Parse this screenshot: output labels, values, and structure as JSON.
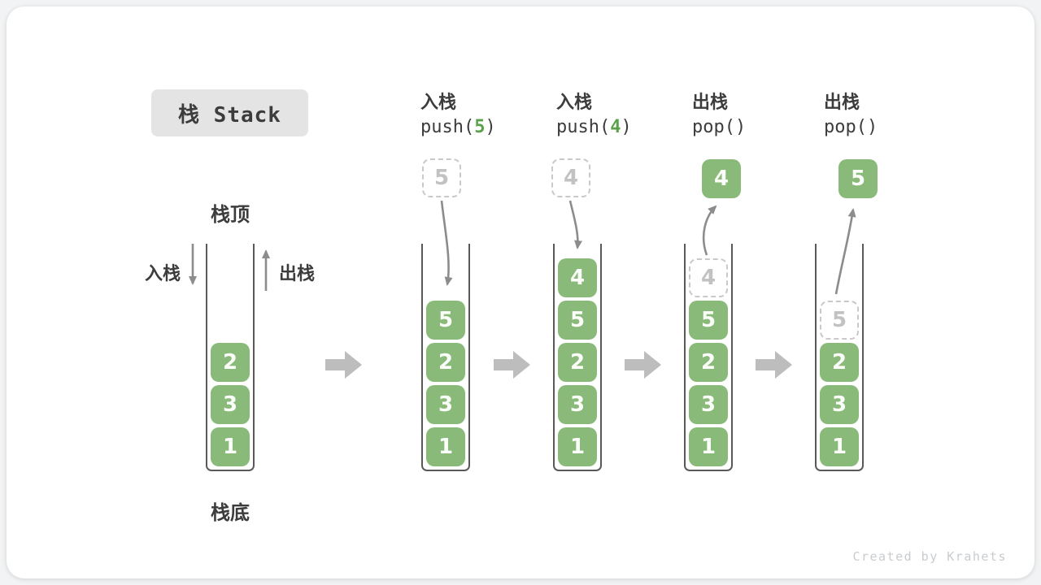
{
  "diagram": {
    "title": "栈 Stack",
    "watermark": "Created by Krahets"
  },
  "labels": {
    "stack_top": "栈顶",
    "stack_bottom": "栈底",
    "push_side": "入栈",
    "pop_side": "出栈"
  },
  "operations": [
    {
      "id": "push-5",
      "cn": "入栈",
      "code": [
        {
          "t": "push(",
          "green": false
        },
        {
          "t": "5",
          "green": true
        },
        {
          "t": ")",
          "green": false
        }
      ],
      "floating": {
        "value": "5",
        "style": "dashed"
      }
    },
    {
      "id": "push-4",
      "cn": "入栈",
      "code": [
        {
          "t": "push(",
          "green": false
        },
        {
          "t": "4",
          "green": true
        },
        {
          "t": ")",
          "green": false
        }
      ],
      "floating": {
        "value": "4",
        "style": "dashed"
      }
    },
    {
      "id": "pop-4",
      "cn": "出栈",
      "code": [
        {
          "t": "pop()",
          "green": false
        }
      ],
      "floating": {
        "value": "4",
        "style": "solid"
      }
    },
    {
      "id": "pop-5",
      "cn": "出栈",
      "code": [
        {
          "t": "pop()",
          "green": false
        }
      ],
      "floating": {
        "value": "5",
        "style": "solid"
      }
    }
  ],
  "stacks": [
    {
      "id": "stack-initial",
      "cells": [
        {
          "row": 2,
          "value": "2",
          "style": "solid"
        },
        {
          "row": 3,
          "value": "3",
          "style": "solid"
        },
        {
          "row": 4,
          "value": "1",
          "style": "solid"
        }
      ]
    },
    {
      "id": "stack-after-push-5",
      "cells": [
        {
          "row": 1,
          "value": "5",
          "style": "solid"
        },
        {
          "row": 2,
          "value": "2",
          "style": "solid"
        },
        {
          "row": 3,
          "value": "3",
          "style": "solid"
        },
        {
          "row": 4,
          "value": "1",
          "style": "solid"
        }
      ]
    },
    {
      "id": "stack-after-push-4",
      "cells": [
        {
          "row": 0,
          "value": "4",
          "style": "solid"
        },
        {
          "row": 1,
          "value": "5",
          "style": "solid"
        },
        {
          "row": 2,
          "value": "2",
          "style": "solid"
        },
        {
          "row": 3,
          "value": "3",
          "style": "solid"
        },
        {
          "row": 4,
          "value": "1",
          "style": "solid"
        }
      ]
    },
    {
      "id": "stack-after-pop-4",
      "cells": [
        {
          "row": 0,
          "value": "4",
          "style": "dashed"
        },
        {
          "row": 1,
          "value": "5",
          "style": "solid"
        },
        {
          "row": 2,
          "value": "2",
          "style": "solid"
        },
        {
          "row": 3,
          "value": "3",
          "style": "solid"
        },
        {
          "row": 4,
          "value": "1",
          "style": "solid"
        }
      ]
    },
    {
      "id": "stack-after-pop-5",
      "cells": [
        {
          "row": 1,
          "value": "5",
          "style": "dashed"
        },
        {
          "row": 2,
          "value": "2",
          "style": "solid"
        },
        {
          "row": 3,
          "value": "3",
          "style": "solid"
        },
        {
          "row": 4,
          "value": "1",
          "style": "solid"
        }
      ]
    }
  ],
  "colors": {
    "cell_green": "#8aba7a",
    "code_green": "#5ba14c",
    "arrow_gray": "#8c8c8c",
    "block_arrow_gray": "#bdbdbd",
    "dashed_border": "#c9c9c9",
    "title_box_bg": "#e4e4e4",
    "text_dark": "#3c3c3c",
    "watermark_gray": "#c9cccf"
  }
}
